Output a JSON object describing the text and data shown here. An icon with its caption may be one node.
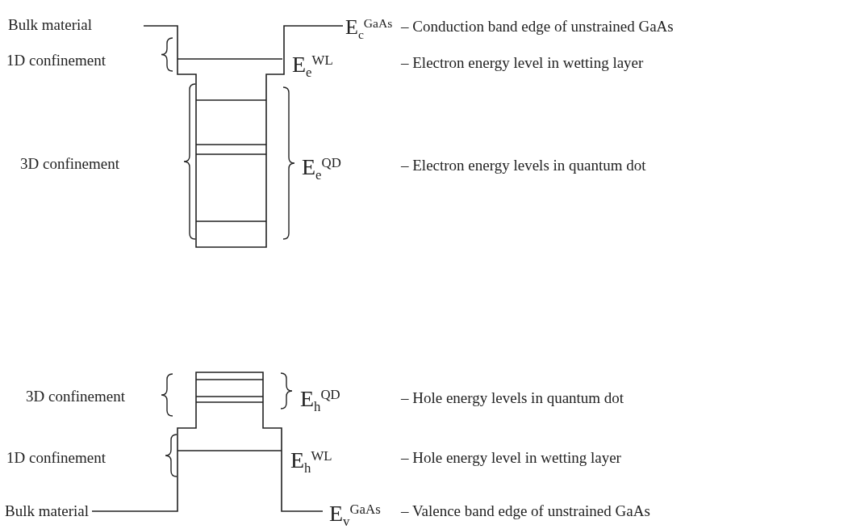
{
  "diagram": {
    "labels": [
      "Bulk material",
      "E$_{c}$$^{GaAs}$",
      "– Conduction band edge of unstrained GaAs",
      "1D confinement",
      "E$_{e}$$^{WL}$",
      "– Electron energy level in wetting layer",
      "3D confinement",
      "E$_{e}$$^{QD}$",
      "– Electron energy levels in quantum dot",
      "3D confinement",
      "E$_{h}$$^{QD}$",
      "– Hole energy levels in quantum dot",
      "1D confinement",
      "E$_{h}$$^{WL}$",
      "– Hole energy level in wetting layer",
      "Bulk material",
      "E$_{v}$$^{GaAs}$",
      "– Valence band edge of unstrained GaAs"
    ]
  }
}
